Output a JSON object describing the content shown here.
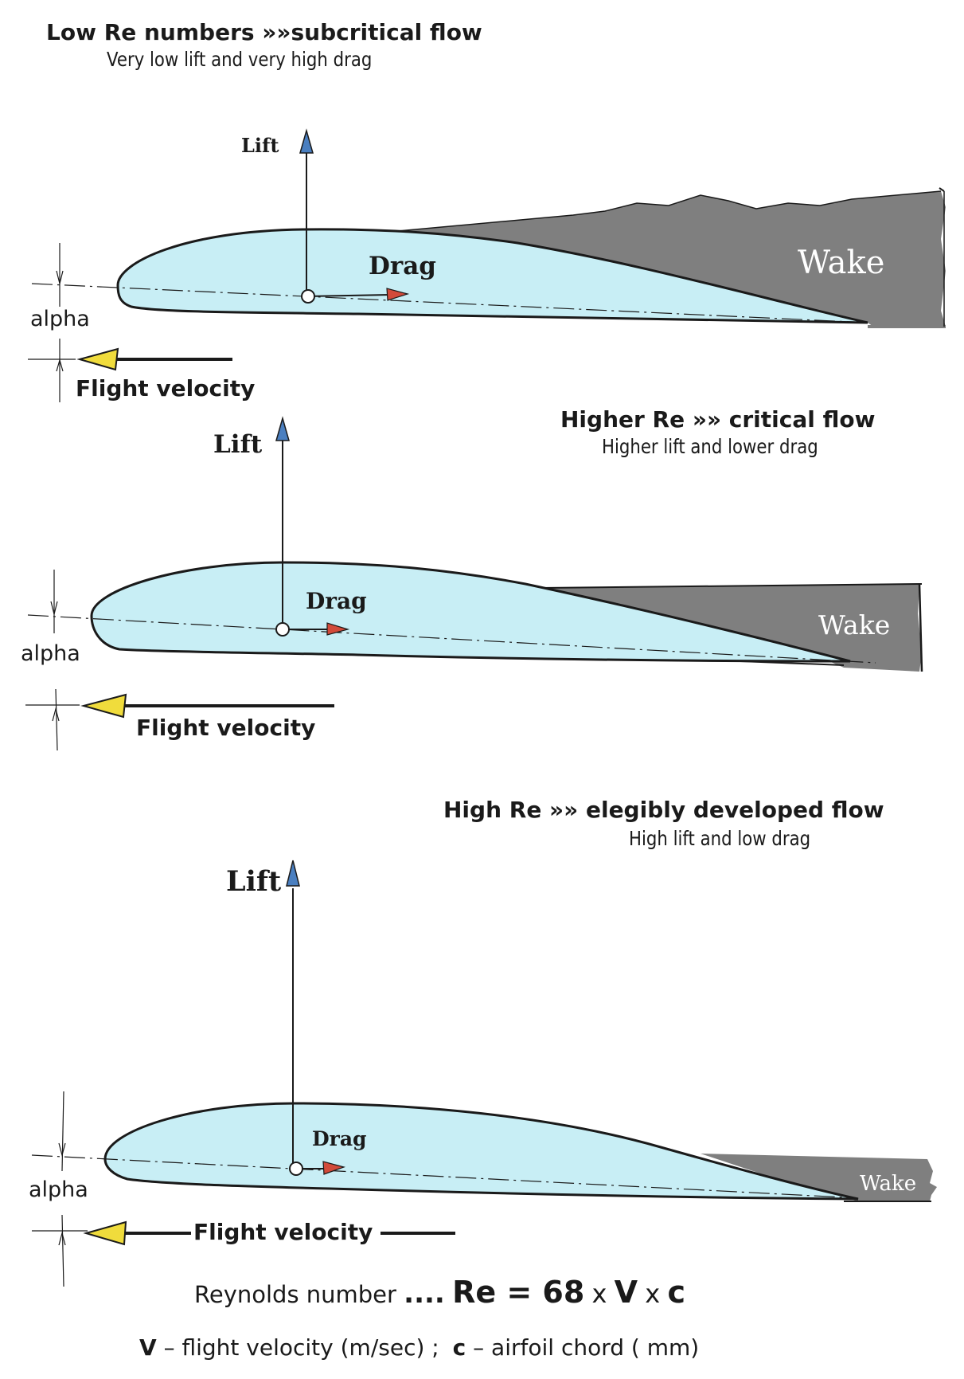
{
  "panels": [
    {
      "title": "Low Re numbers »»subcritical flow",
      "subtitle": "Very low lift  and  very high drag",
      "lift": "Lift",
      "drag": "Drag",
      "wake": "Wake",
      "alpha": "alpha",
      "velocity": "Flight velocity"
    },
    {
      "title": "Higher Re »» critical flow",
      "subtitle": "Higher lift and lower drag",
      "lift": "Lift",
      "drag": "Drag",
      "wake": "Wake",
      "alpha": "alpha",
      "velocity": "Flight velocity"
    },
    {
      "title": "High Re »» elegibly developed flow",
      "subtitle": "High lift and low drag",
      "lift": "Lift",
      "drag": "Drag",
      "wake": "Wake",
      "alpha": "alpha",
      "velocity": "Flight velocity"
    }
  ],
  "formula": {
    "prefix": "Reynolds number",
    "dots": "....",
    "expression": "Re = 68",
    "times1": "x",
    "v": "V",
    "times2": "x",
    "c": "c"
  },
  "legend": {
    "v_symbol": "V",
    "v_text": "–  flight velocity  (m/sec)  ;",
    "c_symbol": "c",
    "c_text": "–  airfoil chord ( mm)"
  },
  "colors": {
    "airfoil_fill": "#c8eef5",
    "wake_fill": "#7f7f7f",
    "lift_arrow": "#4a7fc0",
    "drag_arrow": "#d24a3a",
    "velocity_arrow": "#f0dc3c",
    "outline": "#1a1a1a"
  }
}
